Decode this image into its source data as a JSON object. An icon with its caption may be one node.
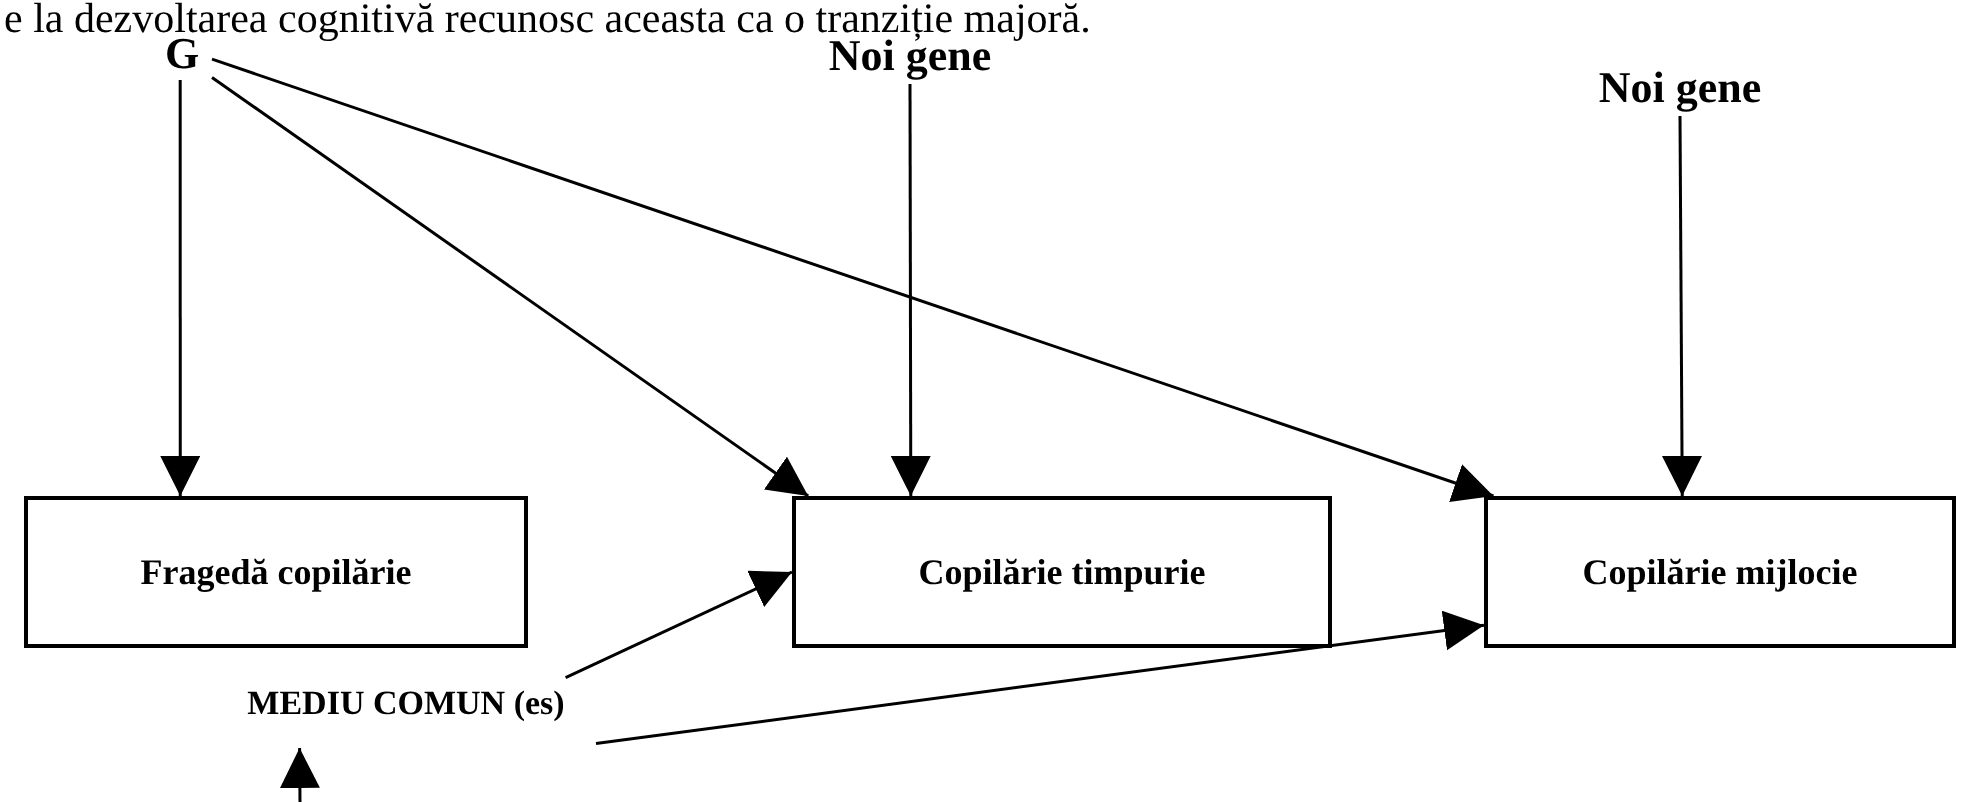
{
  "diagram": {
    "nodes": [
      {
        "text": [
          "G"
        ]
      },
      {
        "text": [
          "Noi gene"
        ]
      },
      {
        "text": [
          "Noi gene"
        ]
      },
      {
        "text": [
          "Fragedă copilărie"
        ]
      },
      {
        "text": [
          "Copilărie timpurie"
        ]
      },
      {
        "text": [
          "Copilărie mijlocie"
        ]
      },
      {
        "text": [
          "MEDIU COMUN (es)"
        ]
      }
    ],
    "edges": [
      {
        "from": 0,
        "to": 3,
        "arrow": "to"
      },
      {
        "from": 0,
        "to": 4,
        "arrow": "to"
      },
      {
        "from": 0,
        "to": 5,
        "arrow": "to"
      },
      {
        "from": 1,
        "to": 4,
        "arrow": "to"
      },
      {
        "from": 2,
        "to": 5,
        "arrow": "to"
      },
      {
        "from": 6,
        "to": 4,
        "arrow": "to"
      },
      {
        "from": 6,
        "to": 5,
        "arrow": "to"
      },
      {
        "from": null,
        "to": 6,
        "arrow": "to"
      }
    ],
    "labels": [
      "e la dezvoltarea cognitivă recunosc aceasta ca o tranziție majoră."
    ]
  }
}
